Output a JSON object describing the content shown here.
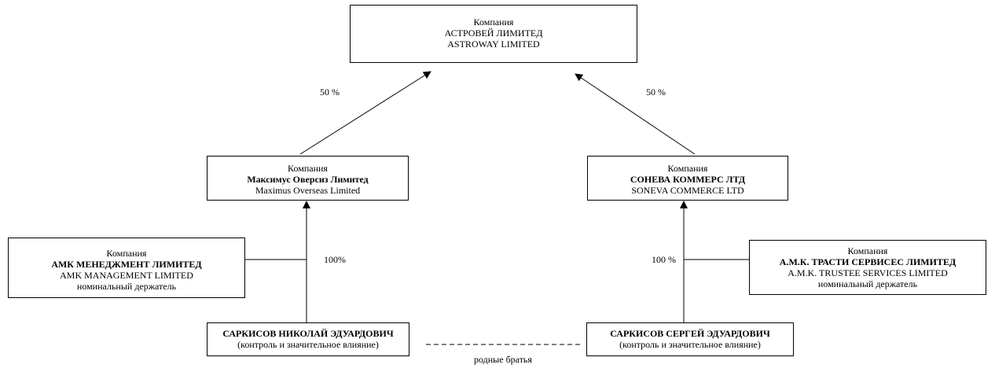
{
  "nodes": {
    "astroway": {
      "type": "Компания",
      "name_ru": "АСТРОВЕЙ ЛИМИТЕД",
      "name_en": "ASTROWAY LIMITED"
    },
    "maximus": {
      "type": "Компания",
      "name_ru": "Максимус Оверсиз Лимитед",
      "name_en": "Maximus Overseas Limited"
    },
    "soneva": {
      "type": "Компания",
      "name_ru": "СОНЕВА  КОММЕРС ЛТД",
      "name_en": "SONEVA COMMERCE LTD"
    },
    "amk_mgmt": {
      "type": "Компания",
      "name_ru": "АМК МЕНЕДЖМЕНТ ЛИМИТЕД",
      "name_en": "AMK MANAGEMENT LIMITED",
      "role": "номинальный держатель"
    },
    "amk_trustee": {
      "type": "Компания",
      "name_ru": "А.М.К. ТРАСТИ СЕРВИСЕС ЛИМИТЕД",
      "name_en": "A.M.K. TRUSTEE SERVICES LIMITED",
      "role": "номинальный держатель"
    },
    "nikolay": {
      "name": "САРКИСОВ НИКОЛАЙ ЭДУАРДОВИЧ",
      "note": "(контроль и значительное влияние)"
    },
    "sergey": {
      "name": "САРКИСОВ СЕРГЕЙ ЭДУАРДОВИЧ",
      "note": "(контроль и значительное влияние)"
    }
  },
  "edges": {
    "maximus_to_astroway": "50 %",
    "soneva_to_astroway": "50 %",
    "nikolay_to_maximus": "100%",
    "sergey_to_soneva": "100 %",
    "brothers": "родные братья"
  }
}
